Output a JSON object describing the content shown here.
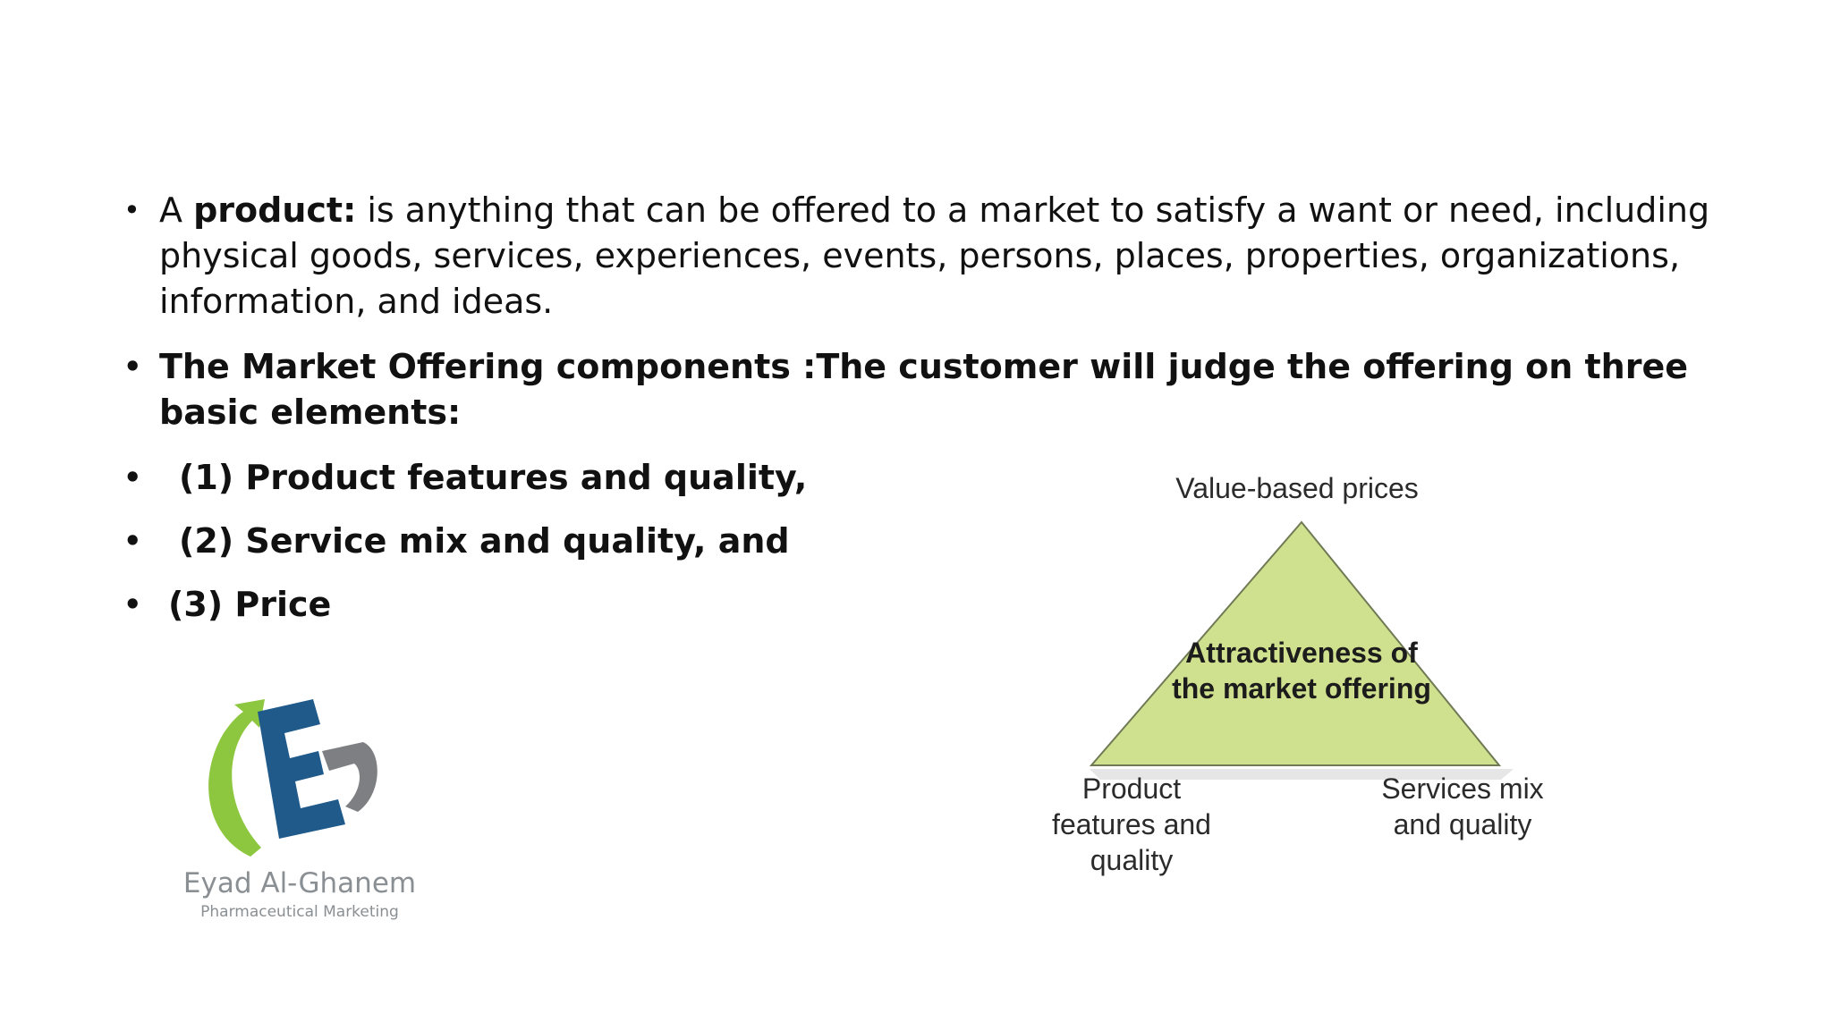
{
  "bullets": {
    "b1": {
      "lead": "A ",
      "term": "product:",
      "rest": " is anything that can be offered to a market to satisfy a want or need, including physical goods, services, experiences, events, persons, places, properties, organizations, information, and ideas."
    },
    "b2": "The Market Offering components :The customer will judge the offering on three basic elements:",
    "b3": "(1) Product features and quality,",
    "b4": "(2) Service mix and quality, and",
    "b5": "(3) Price"
  },
  "diagram": {
    "top_label": "Value-based prices",
    "center_label": "Attractiveness of the market offering",
    "left_label": "Product features and quality",
    "right_label": "Services mix and quality",
    "fill_color": "#cfe08e",
    "edge_color": "#6f7a55"
  },
  "logo": {
    "name": "Eyad Al-Ghanem",
    "subtitle": "Pharmaceutical Marketing",
    "colors": {
      "arrow": "#8dc63f",
      "letter": "#1f5a8a",
      "accent": "#7d7f82"
    }
  }
}
